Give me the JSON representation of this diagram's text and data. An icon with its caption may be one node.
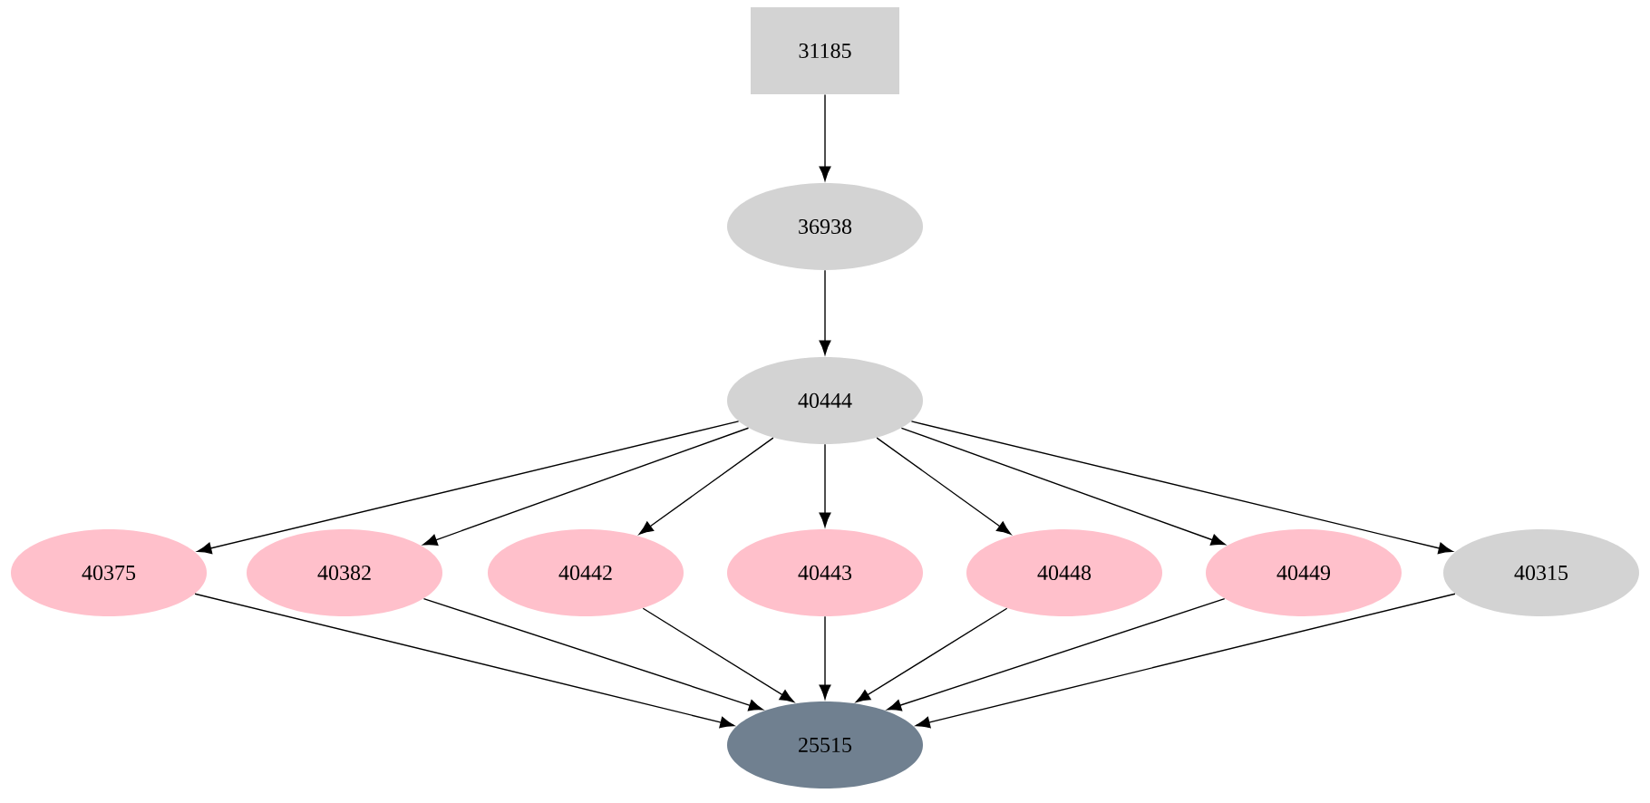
{
  "diagram": {
    "nodes": [
      {
        "text": [
          "31185"
        ]
      },
      {
        "text": [
          "36938"
        ]
      },
      {
        "text": [
          "40444"
        ]
      },
      {
        "text": [
          "40375"
        ]
      },
      {
        "text": [
          "40382"
        ]
      },
      {
        "text": [
          "40442"
        ]
      },
      {
        "text": [
          "40443"
        ]
      },
      {
        "text": [
          "40448"
        ]
      },
      {
        "text": [
          "40449"
        ]
      },
      {
        "text": [
          "40315"
        ]
      },
      {
        "text": [
          "25515"
        ]
      }
    ],
    "edges": [
      {
        "from": 0,
        "to": 1,
        "arrow": "to"
      },
      {
        "from": 1,
        "to": 2,
        "arrow": "to"
      },
      {
        "from": 2,
        "to": 3,
        "arrow": "to"
      },
      {
        "from": 2,
        "to": 4,
        "arrow": "to"
      },
      {
        "from": 2,
        "to": 5,
        "arrow": "to"
      },
      {
        "from": 2,
        "to": 6,
        "arrow": "to"
      },
      {
        "from": 2,
        "to": 7,
        "arrow": "to"
      },
      {
        "from": 2,
        "to": 8,
        "arrow": "to"
      },
      {
        "from": 2,
        "to": 9,
        "arrow": "to"
      },
      {
        "from": 3,
        "to": 10,
        "arrow": "to"
      },
      {
        "from": 4,
        "to": 10,
        "arrow": "to"
      },
      {
        "from": 5,
        "to": 10,
        "arrow": "to"
      },
      {
        "from": 6,
        "to": 10,
        "arrow": "to"
      },
      {
        "from": 7,
        "to": 10,
        "arrow": "to"
      },
      {
        "from": 8,
        "to": 10,
        "arrow": "to"
      },
      {
        "from": 9,
        "to": 10,
        "arrow": "to"
      }
    ]
  }
}
